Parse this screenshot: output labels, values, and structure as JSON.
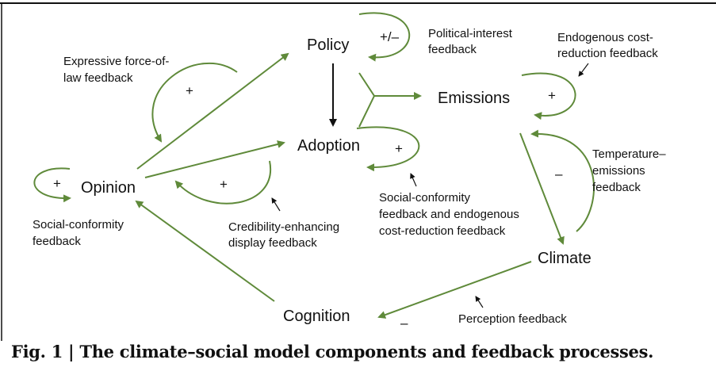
{
  "nodes": {
    "policy": "Policy",
    "emissions": "Emissions",
    "adoption": "Adoption",
    "opinion": "Opinion",
    "climate": "Climate",
    "cognition": "Cognition"
  },
  "feedbacks": {
    "political_interest": [
      "Political-interest",
      "feedback"
    ],
    "endogenous_cost": [
      "Endogenous cost-",
      "reduction feedback"
    ],
    "expressive_force": [
      "Expressive force-of-",
      "law feedback"
    ],
    "temperature_emissions": [
      "Temperature–",
      "emissions",
      "feedback"
    ],
    "social_conformity_opinion": [
      "Social-conformity",
      "feedback"
    ],
    "credibility_enhancing": [
      "Credibility-enhancing",
      "display feedback"
    ],
    "social_conformity_adoption": [
      "Social-conformity",
      "feedback and endogenous",
      "cost-reduction feedback"
    ],
    "perception": [
      "Perception feedback"
    ]
  },
  "signs": {
    "political_interest": "+/–",
    "endogenous_cost": "+",
    "expressive_force": "+",
    "social_conformity_opinion": "+",
    "credibility_enhancing": "+",
    "social_conformity_adoption": "+",
    "temperature_emissions": "–",
    "perception": "–"
  },
  "caption": "Fig. 1 | The climate–social model components and feedback processes.",
  "colors": {
    "arrow_green": "#5f8a3a",
    "arrow_black": "#111111",
    "text": "#111111"
  }
}
